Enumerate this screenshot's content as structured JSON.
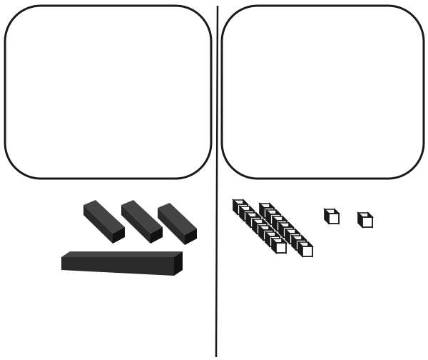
{
  "colors": {
    "ink": "#1a1a1a",
    "dark_block": "#2a2a2a",
    "background": "#ffffff"
  },
  "left_panel": {
    "answer_box": "",
    "blocks": [
      "dark-rod",
      "dark-rod",
      "dark-rod",
      "dark-flat"
    ]
  },
  "right_panel": {
    "answer_box": "",
    "blocks": [
      "ten-rod",
      "ten-rod",
      "unit-cube",
      "unit-cube"
    ]
  }
}
